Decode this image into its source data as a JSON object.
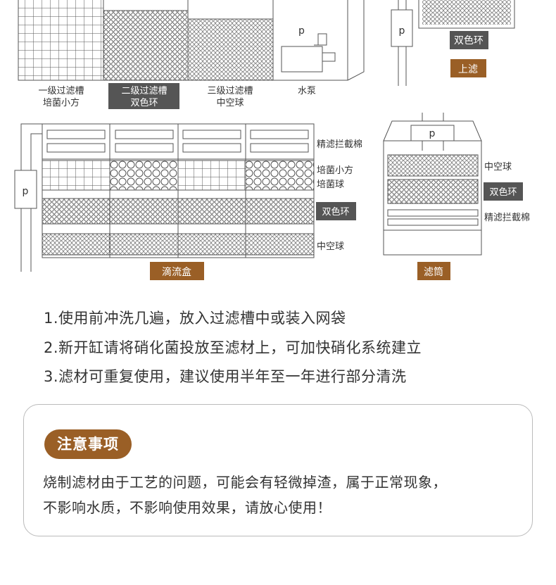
{
  "top_labels": {
    "stage1_line1": "一级过滤槽",
    "stage1_line2": "培菌小方",
    "stage2_line1": "二级过滤槽",
    "stage2_line2": "双色环",
    "stage3_line1": "三级过滤槽",
    "stage3_line2": "中空球",
    "pump": "水泵",
    "pump_letter": "p"
  },
  "upper_filter": {
    "pump_letter": "p",
    "media_label": "双色环",
    "badge": "上滤"
  },
  "drip_box": {
    "pump_letter": "p",
    "layer1": "精滤拦截棉",
    "layer2_line1": "培菌小方",
    "layer2_line2": "培菌球",
    "layer3": "双色环",
    "layer4": "中空球",
    "badge": "滴流盒"
  },
  "canister": {
    "pump_letter": "p",
    "layer1": "中空球",
    "layer2": "双色环",
    "layer3": "精滤拦截棉",
    "badge": "滤筒"
  },
  "steps": [
    "1.使用前冲洗几遍，放入过滤槽中或装入网袋",
    "2.新开缸请将硝化菌投放至滤材上，可加快硝化系统建立",
    "3.滤材可重复使用，建议使用半年至一年进行部分清洗"
  ],
  "notice": {
    "title": "注意事项",
    "line1": "烧制滤材由于工艺的问题，可能会有轻微掉渣，属于正常现象，",
    "line2": "不影响水质，不影响使用效果，请放心使用！"
  },
  "colors": {
    "accent": "#9a5f26",
    "dark_label": "#555555",
    "line": "#555555"
  }
}
